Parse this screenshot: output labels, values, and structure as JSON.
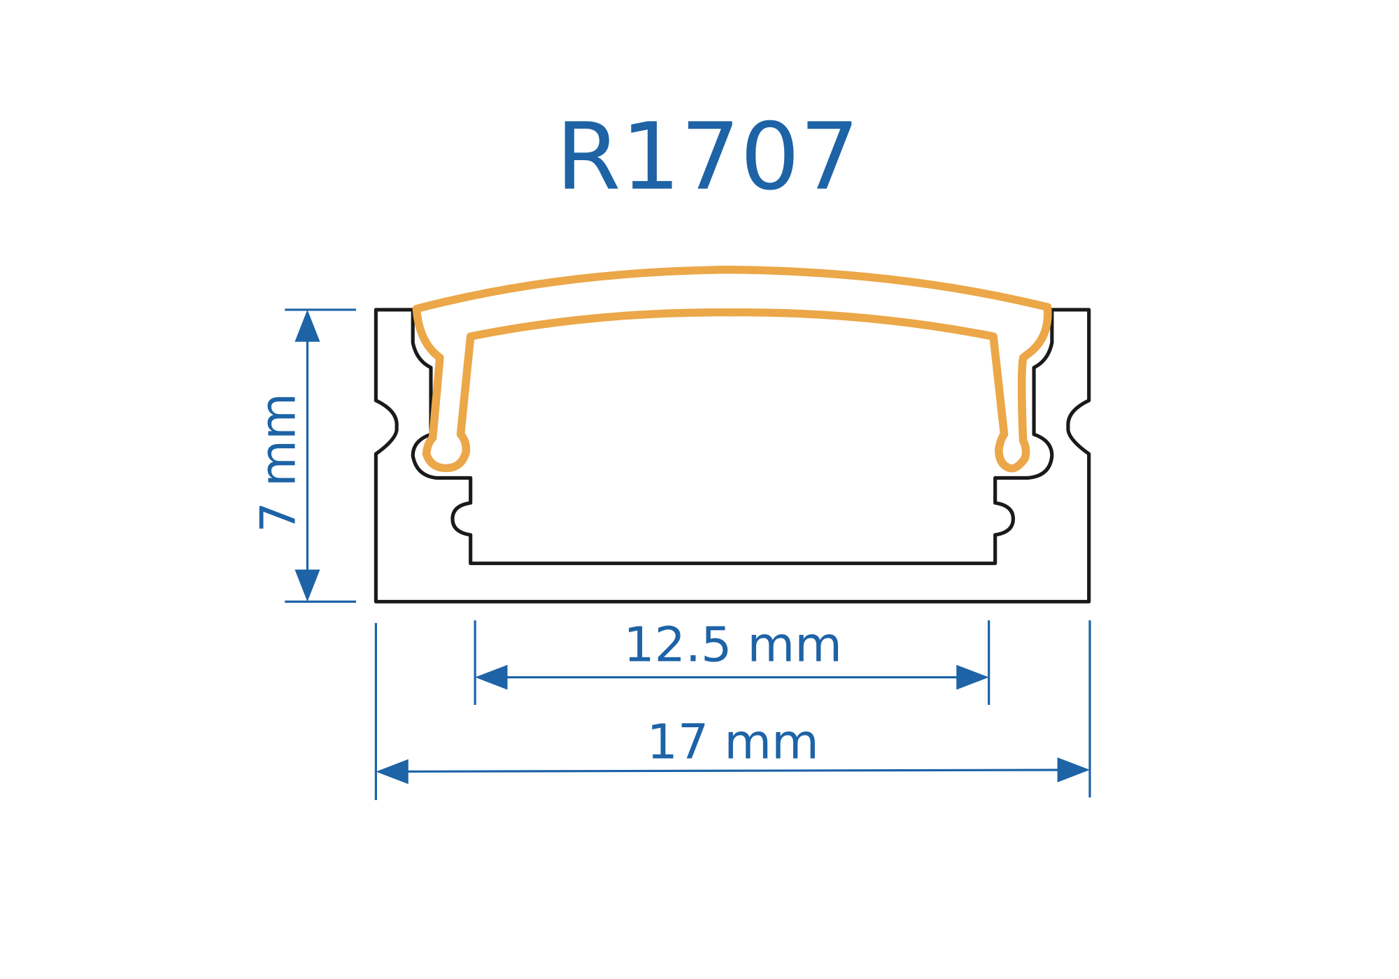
{
  "title": "R1707",
  "dimensions": {
    "height_label": "7 mm",
    "inner_width_label": "12.5 mm",
    "outer_width_label": "17 mm"
  },
  "colors": {
    "dimension_blue": "#1d63a6",
    "diffuser_orange": "#eba748",
    "profile_black": "#1a1a1a"
  }
}
